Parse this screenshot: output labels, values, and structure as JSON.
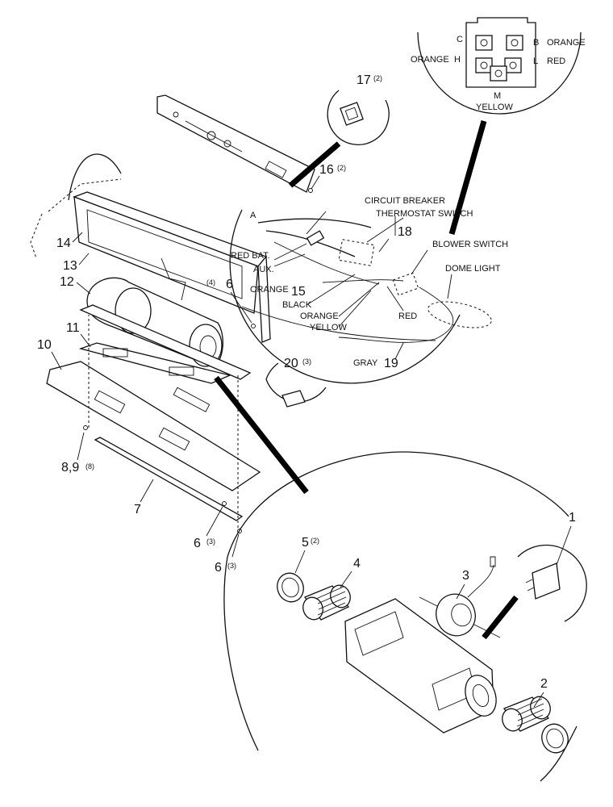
{
  "callouts": {
    "c1": "1",
    "c2": "2",
    "c3": "3",
    "c4": "4",
    "c5": "5",
    "c5q": "(2)",
    "c6a": "6",
    "c6aq": "(4)",
    "c6b": "6",
    "c6bq": "(3)",
    "c6c": "6",
    "c6cq": "(3)",
    "c7": "7",
    "c89": "8,9",
    "c89q": "(8)",
    "c10": "10",
    "c11": "11",
    "c12": "12",
    "c13": "13",
    "c14": "14",
    "c15": "15",
    "c16": "16",
    "c16q": "(2)",
    "c17": "17",
    "c17q": "(2)",
    "c18": "18",
    "c19": "19",
    "c20": "20",
    "c20q": "(3)"
  },
  "switch_pins": {
    "c": "C",
    "b": "B",
    "h": "H",
    "l": "L",
    "m": "M",
    "orange_b": "ORANGE",
    "orange_h": "ORANGE",
    "red_l": "RED",
    "yellow_m": "YELLOW"
  },
  "wires": {
    "circuit_breaker": "CIRCUIT BREAKER",
    "thermostat_switch": "THERMOSTAT SWITCH",
    "blower_switch": "BLOWER SWITCH",
    "dome_light": "DOME LIGHT",
    "red_bat": "RED BAT.",
    "aux": "AUX.",
    "orange_1": "ORANGE",
    "black": "BLACK",
    "orange_2": "ORANGE",
    "yellow": "YELLOW",
    "red": "RED",
    "gray": "GRAY",
    "a": "A"
  }
}
